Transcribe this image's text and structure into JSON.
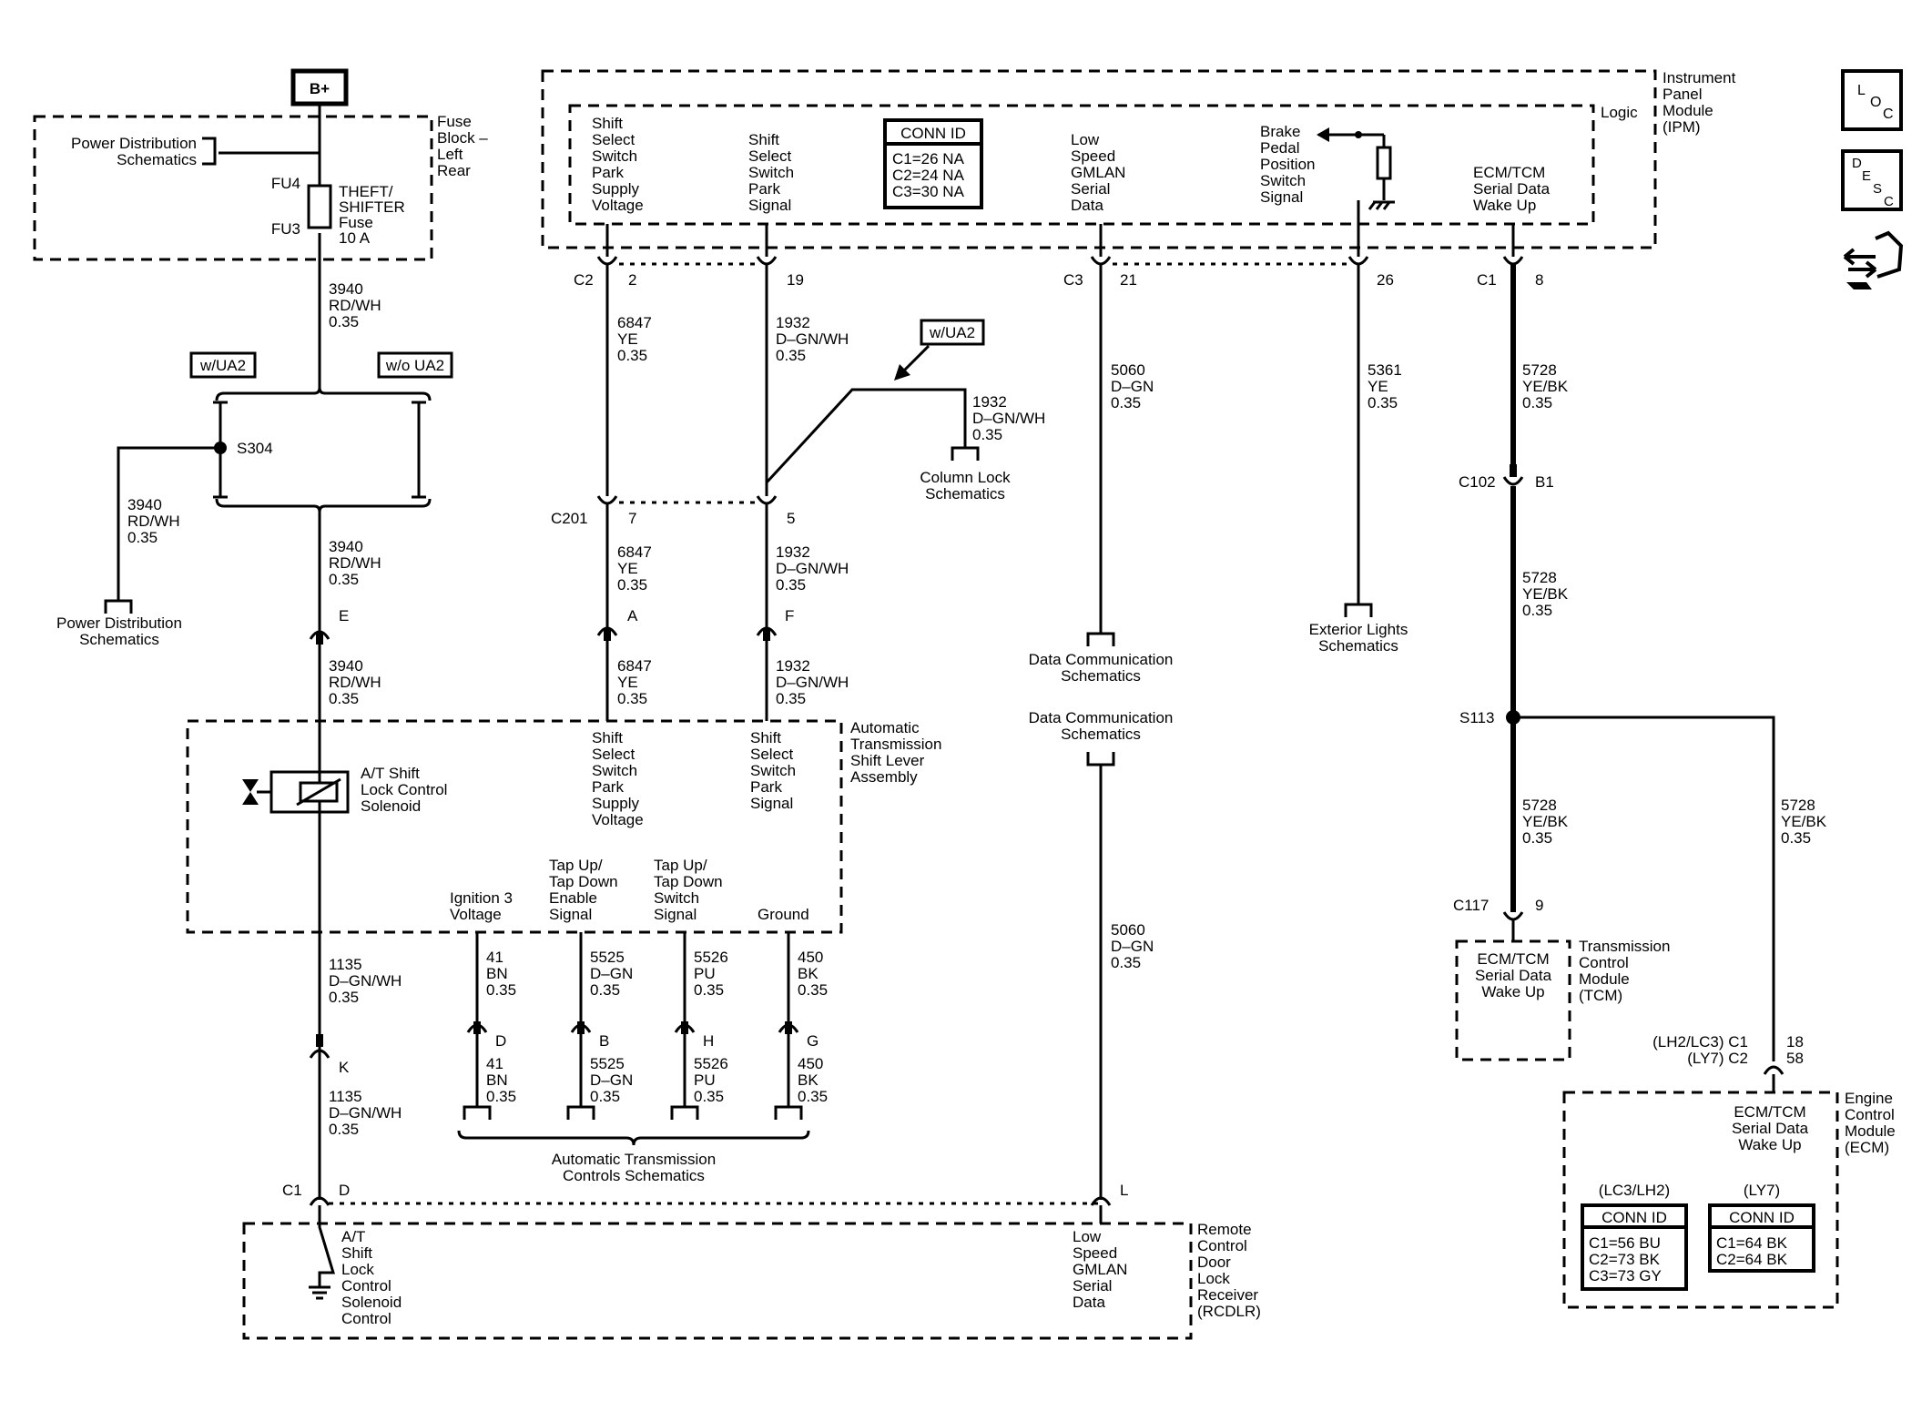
{
  "fuse_block": {
    "label": [
      "Fuse",
      "Block –",
      "Left",
      "Rear"
    ],
    "b_plus": "B+",
    "power_dist": [
      "Power Distribution",
      "Schematics"
    ],
    "fu4": "FU4",
    "fu3": "FU3",
    "fuse_label": [
      "THEFT/",
      "SHIFTER",
      "Fuse",
      "10 A"
    ]
  },
  "wire_3940": [
    "3940",
    "RD/WH",
    "0.35"
  ],
  "option_w_ua2": "w/UA2",
  "option_wo_ua2": "w/o UA2",
  "splice_s304": "S304",
  "power_dist_lower": [
    "Power Distribution",
    "Schematics"
  ],
  "conn_e": "E",
  "conn_k": "K",
  "conn_c1": "C1",
  "conn_d": "D",
  "wire_1135": [
    "1135",
    "D–GN/WH",
    "0.35"
  ],
  "ipm": {
    "label": [
      "Instrument",
      "Panel",
      "Module",
      "(IPM)"
    ],
    "logic": "Logic",
    "pin_supply": [
      "Shift",
      "Select",
      "Switch",
      "Park",
      "Supply",
      "Voltage"
    ],
    "pin_signal": [
      "Shift",
      "Select",
      "Switch",
      "Park",
      "Signal"
    ],
    "conn_id_title": "CONN ID",
    "conn_id": [
      "C1=26 NA",
      "C2=24 NA",
      "C3=30 NA"
    ],
    "pin_gmlan": [
      "Low",
      "Speed",
      "GMLAN",
      "Serial",
      "Data"
    ],
    "pin_brake": [
      "Brake",
      "Pedal",
      "Position",
      "Switch",
      "Signal"
    ],
    "pin_wake": [
      "ECM/TCM",
      "Serial Data",
      "Wake Up"
    ]
  },
  "ipm_conns": {
    "c2": "C2",
    "p2": "2",
    "p19": "19",
    "c3": "C3",
    "p21": "21",
    "p26": "26",
    "c1": "C1",
    "p8": "8"
  },
  "wire_6847": [
    "6847",
    "YE",
    "0.35"
  ],
  "wire_1932": [
    "1932",
    "D–GN/WH",
    "0.35"
  ],
  "w_ua2_tag": "w/UA2",
  "column_lock": [
    "Column Lock",
    "Schematics"
  ],
  "conn_c201": "C201",
  "p7": "7",
  "p5": "5",
  "pa": "A",
  "pf": "F",
  "shift_lever": {
    "label": [
      "Automatic",
      "Transmission",
      "Shift Lever",
      "Assembly"
    ],
    "solenoid": [
      "A/T Shift",
      "Lock Control",
      "Solenoid"
    ],
    "pin_supply": [
      "Shift",
      "Select",
      "Switch",
      "Park",
      "Supply",
      "Voltage"
    ],
    "pin_signal": [
      "Shift",
      "Select",
      "Switch",
      "Park",
      "Signal"
    ],
    "pin_ign": [
      "Ignition 3",
      "Voltage"
    ],
    "pin_tap_enable": [
      "Tap Up/",
      "Tap Down",
      "Enable",
      "Signal"
    ],
    "pin_tap_switch": [
      "Tap Up/",
      "Tap Down",
      "Switch",
      "Signal"
    ],
    "pin_ground": "Ground"
  },
  "wire_41": [
    "41",
    "BN",
    "0.35"
  ],
  "wire_5525": [
    "5525",
    "D–GN",
    "0.35"
  ],
  "wire_5526": [
    "5526",
    "PU",
    "0.35"
  ],
  "wire_450": [
    "450",
    "BK",
    "0.35"
  ],
  "pd": "D",
  "pb": "B",
  "ph": "H",
  "pg": "G",
  "auto_trans": [
    "Automatic Transmission",
    "Controls Schematics"
  ],
  "wire_5060": [
    "5060",
    "D–GN",
    "0.35"
  ],
  "data_comm_top": [
    "Data Communication",
    "Schematics"
  ],
  "data_comm_bottom": [
    "Data Communication",
    "Schematics"
  ],
  "pl": "L",
  "wire_5361": [
    "5361",
    "YE",
    "0.35"
  ],
  "exterior_lights": [
    "Exterior Lights",
    "Schematics"
  ],
  "rcdlr": {
    "label": [
      "Remote",
      "Control",
      "Door",
      "Lock",
      "Receiver",
      "(RCDLR)"
    ],
    "solenoid_ctrl": [
      "A/T",
      "Shift",
      "Lock",
      "Control",
      "Solenoid",
      "Control"
    ],
    "gmlan": [
      "Low",
      "Speed",
      "GMLAN",
      "Serial",
      "Data"
    ]
  },
  "wire_5728": [
    "5728",
    "YE/BK",
    "0.35"
  ],
  "conn_c102": "C102",
  "pb1": "B1",
  "splice_s113": "S113",
  "conn_c117": "C117",
  "p9": "9",
  "tcm": {
    "label": [
      "Transmission",
      "Control",
      "Module",
      "(TCM)"
    ],
    "pin": [
      "ECM/TCM",
      "Serial Data",
      "Wake Up"
    ]
  },
  "ecm_conn": {
    "row1": "(LH2/LC3) C1",
    "row2": "(LY7) C2",
    "pin1": "18",
    "pin2": "58"
  },
  "ecm": {
    "label": [
      "Engine",
      "Control",
      "Module",
      "(ECM)"
    ],
    "pin": [
      "ECM/TCM",
      "Serial Data",
      "Wake Up"
    ],
    "variant_a": "(LC3/LH2)",
    "variant_b": "(LY7)",
    "conn_id_title": "CONN ID",
    "conn_a": [
      "C1=56 BU",
      "C2=73 BK",
      "C3=73 GY"
    ],
    "conn_b": [
      "C1=64 BK",
      "C2=64 BK"
    ]
  },
  "side_icons": {
    "loc": "L O C",
    "desc": "D E S C",
    "names": [
      "loc-icon",
      "desc-icon",
      "service-icon"
    ]
  }
}
